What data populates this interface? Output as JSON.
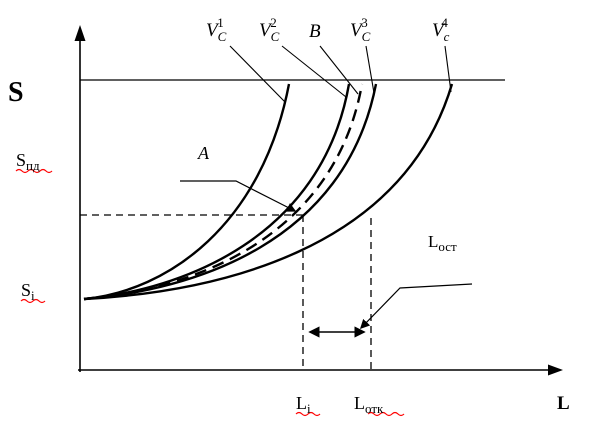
{
  "colors": {
    "line": "#000000",
    "spellcheck_underline": "#ff0000",
    "background": "#ffffff"
  },
  "axes": {
    "y_title": "S",
    "x_title": "L"
  },
  "y_axis_marks": {
    "s_pd": {
      "base": "S",
      "sub": "пд"
    },
    "s_i": {
      "base": "S",
      "sub": "i"
    }
  },
  "x_axis_marks": {
    "l_i": {
      "base": "L",
      "sub": "i"
    },
    "l_otk": {
      "base": "L",
      "sub": "отк"
    }
  },
  "curve_labels": [
    {
      "base": "V",
      "sub": "C",
      "sup": "1"
    },
    {
      "base": "V",
      "sub": "C",
      "sup": "2"
    },
    {
      "base": "V",
      "sub": "C",
      "sup": "3"
    },
    {
      "base": "V",
      "sub": "c",
      "sup": "4"
    }
  ],
  "annotations": {
    "point_a": "A",
    "dashed_curve": "B",
    "interval": {
      "base": "L",
      "sub": "ост"
    }
  }
}
